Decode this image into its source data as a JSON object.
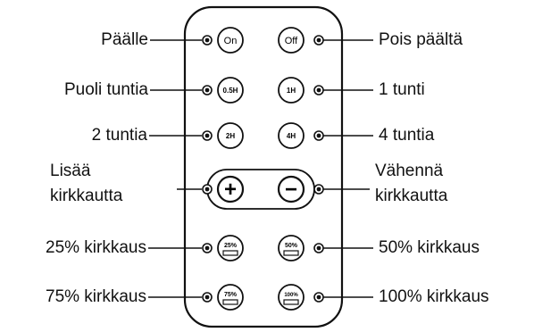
{
  "diagram": {
    "left_labels": [
      "Päälle",
      "Puoli tuntia",
      "2 tuntia",
      "Lisää\nkirkkautta",
      "25% kirkkaus",
      "75% kirkkaus"
    ],
    "right_labels": [
      "Pois päältä",
      "1 tunti",
      "4 tuntia",
      "Vähennä\nkirkkautta",
      "50% kirkkaus",
      "100% kirkkaus"
    ],
    "left_buttons": [
      "On",
      "0.5H",
      "2H",
      "+",
      "25%",
      "75%"
    ],
    "right_buttons": [
      "Off",
      "1H",
      "4H",
      "−",
      "50%",
      "100%"
    ],
    "colors": {
      "ink": "#111111",
      "background": "#ffffff"
    }
  }
}
